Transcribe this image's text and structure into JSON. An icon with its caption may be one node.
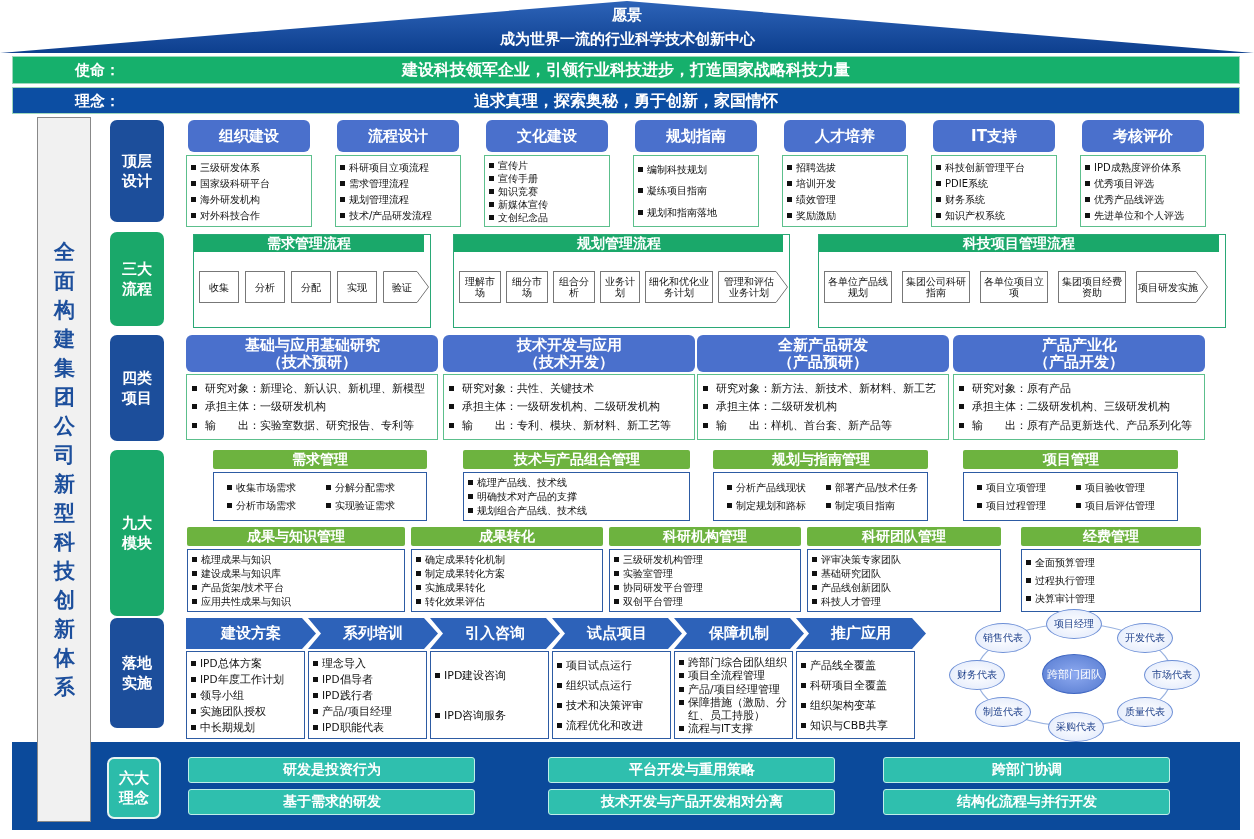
{
  "diagram": {
    "nodes": [
      {
        "text": [
          "愿景",
          "成为世界一流的行业科学技术创新中心"
        ]
      },
      {
        "text": [
          "使命：",
          "建设科技领军企业，引领行业科技进步，打造国家战略科技力量"
        ]
      },
      {
        "text": [
          "理念：",
          "追求真理，探索奥秘，勇于创新，家国情怀"
        ]
      },
      {
        "text": [
          "全面构建集团公司新型科技创新体系"
        ]
      },
      {
        "text": [
          "顶层设计"
        ]
      },
      {
        "text": [
          "组织建设"
        ]
      },
      {
        "text": [
          "流程设计"
        ]
      },
      {
        "text": [
          "文化建设"
        ]
      },
      {
        "text": [
          "规划指南"
        ]
      },
      {
        "text": [
          "人才培养"
        ]
      },
      {
        "text": [
          "IT支持"
        ]
      },
      {
        "text": [
          "考核评价"
        ]
      },
      {
        "text": [
          "三级研发体系",
          "国家级科研平台",
          "海外研发机构",
          "对外科技合作"
        ]
      },
      {
        "text": [
          "科研项目立项流程",
          "需求管理流程",
          "规划管理流程",
          "技术/产品研发流程"
        ]
      },
      {
        "text": [
          "宣传片",
          "宣传手册",
          "知识竞赛",
          "新媒体宣传",
          "文创纪念品"
        ]
      },
      {
        "text": [
          "编制科技规划",
          "凝练项目指南",
          "规划和指南落地"
        ]
      },
      {
        "text": [
          "招聘选拔",
          "培训开发",
          "绩效管理",
          "奖励激励"
        ]
      },
      {
        "text": [
          "科技创新管理平台",
          "PDIE系统",
          "财务系统",
          "知识产权系统"
        ]
      },
      {
        "text": [
          "IPD成熟度评价体系",
          "优秀项目评选",
          "优秀产品线评选",
          "先进单位和个人评选"
        ]
      },
      {
        "text": [
          "三大流程"
        ]
      },
      {
        "text": [
          "需求管理流程"
        ]
      },
      {
        "text": [
          "收集"
        ],
        "in": 20
      },
      {
        "text": [
          "分析"
        ],
        "in": 20
      },
      {
        "text": [
          "分配"
        ],
        "in": 20
      },
      {
        "text": [
          "实现"
        ],
        "in": 20
      },
      {
        "text": [
          "验证"
        ],
        "in": 20
      },
      {
        "text": [
          "规划管理流程"
        ]
      },
      {
        "text": [
          "理解市场"
        ],
        "in": 26
      },
      {
        "text": [
          "细分市场"
        ],
        "in": 26
      },
      {
        "text": [
          "组合分析"
        ],
        "in": 26
      },
      {
        "text": [
          "业务计划"
        ],
        "in": 26
      },
      {
        "text": [
          "细化和优化业务计划"
        ],
        "in": 26
      },
      {
        "text": [
          "管理和评估业务计划"
        ],
        "in": 26
      },
      {
        "text": [
          "科技项目管理流程"
        ]
      },
      {
        "text": [
          "各单位产品线规划"
        ],
        "in": 33
      },
      {
        "text": [
          "集团公司科研指南"
        ],
        "in": 33
      },
      {
        "text": [
          "各单位项目立项"
        ],
        "in": 33
      },
      {
        "text": [
          "集团项目经费资助"
        ],
        "in": 33
      },
      {
        "text": [
          "项目研发实施"
        ],
        "in": 33
      },
      {
        "text": [
          "四类项目"
        ]
      },
      {
        "text": [
          "基础与应用基础研究（技术预研）"
        ]
      },
      {
        "text": [
          "技术开发与应用（技术开发）"
        ]
      },
      {
        "text": [
          "全新产品研发（产品预研）"
        ]
      },
      {
        "text": [
          "产品产业化（产品开发）"
        ]
      },
      {
        "text": [
          "研究对象：新理论、新认识、新机理、新模型",
          "承担主体：一级研发机构",
          "输　　出：实验室数据、研究报告、专利等"
        ]
      },
      {
        "text": [
          "研究对象：共性、关键技术",
          "承担主体：一级研发机构、二级研发机构",
          "输　　出：专利、模块、新材料、新工艺等"
        ]
      },
      {
        "text": [
          "研究对象：新方法、新技术、新材料、新工艺",
          "承担主体：二级研发机构",
          "输　　出：样机、首台套、新产品等"
        ]
      },
      {
        "text": [
          "研究对象：原有产品",
          "承担主体：二级研发机构、三级研发机构",
          "输　　出：原有产品更新迭代、产品系列化等"
        ]
      },
      {
        "text": [
          "九大模块"
        ]
      },
      {
        "text": [
          "需求管理"
        ]
      },
      {
        "text": [
          "技术与产品组合管理"
        ]
      },
      {
        "text": [
          "规划与指南管理"
        ]
      },
      {
        "text": [
          "项目管理"
        ]
      },
      {
        "text": [
          "收集市场需求",
          "分解分配需求",
          "分析市场需求",
          "实现验证需求"
        ]
      },
      {
        "text": [
          "梳理产品线、技术线",
          "明确技术对产品的支撑",
          "规划组合产品线、技术线"
        ]
      },
      {
        "text": [
          "分析产品线现状",
          "部署产品/技术任务",
          "制定规划和路标",
          "制定项目指南"
        ]
      },
      {
        "text": [
          "项目立项管理",
          "项目验收管理",
          "项目过程管理",
          "项目后评估管理"
        ]
      },
      {
        "text": [
          "成果与知识管理"
        ]
      },
      {
        "text": [
          "成果转化"
        ]
      },
      {
        "text": [
          "科研机构管理"
        ]
      },
      {
        "text": [
          "科研团队管理"
        ]
      },
      {
        "text": [
          "经费管理"
        ]
      },
      {
        "text": [
          "梳理成果与知识",
          "建设成果与知识库",
          "产品货架/技术平台",
          "应用共性成果与知识"
        ]
      },
      {
        "text": [
          "确定成果转化机制",
          "制定成果转化方案",
          "实施成果转化",
          "转化效果评估"
        ]
      },
      {
        "text": [
          "三级研发机构管理",
          "实验室管理",
          "协同研发平台管理",
          "双创平台管理"
        ]
      },
      {
        "text": [
          "评审决策专家团队",
          "基础研究团队",
          "产品线创新团队",
          "科技人才管理"
        ]
      },
      {
        "text": [
          "全面预算管理",
          "过程执行管理",
          "决算审计管理"
        ]
      },
      {
        "text": [
          "落地实施"
        ]
      },
      {
        "text": [
          "建设方案"
        ]
      },
      {
        "text": [
          "系列培训"
        ]
      },
      {
        "text": [
          "引入咨询"
        ]
      },
      {
        "text": [
          "试点项目"
        ]
      },
      {
        "text": [
          "保障机制"
        ]
      },
      {
        "text": [
          "推广应用"
        ]
      },
      {
        "text": [
          "IPD总体方案",
          "IPD年度工作计划",
          "领导小组",
          "实施团队授权",
          "中长期规划"
        ]
      },
      {
        "text": [
          "理念导入",
          "IPD倡导者",
          "IPD践行者",
          "产品/项目经理",
          "IPD职能代表"
        ]
      },
      {
        "text": [
          "IPD建设咨询",
          "IPD咨询服务"
        ]
      },
      {
        "text": [
          "项目试点运行",
          "组织试点运行",
          "技术和决策评审",
          "流程优化和改进"
        ]
      },
      {
        "text": [
          "跨部门综合团队组织",
          "项目全流程管理",
          "产品/项目经理管理",
          "保障措施（激励、分红、员工持股）",
          "流程与IT支撑"
        ]
      },
      {
        "text": [
          "产品线全覆盖",
          "科研项目全覆盖",
          "组织架构变革",
          "知识与CBB共享"
        ]
      },
      {
        "text": [
          "跨部门团队"
        ]
      },
      {
        "text": [
          "项目经理"
        ]
      },
      {
        "text": [
          "开发代表"
        ]
      },
      {
        "text": [
          "市场代表"
        ]
      },
      {
        "text": [
          "质量代表"
        ]
      },
      {
        "text": [
          "采购代表"
        ]
      },
      {
        "text": [
          "制造代表"
        ]
      },
      {
        "text": [
          "财务代表"
        ]
      },
      {
        "text": [
          "销售代表"
        ]
      },
      {
        "text": [
          "六大理念"
        ]
      },
      {
        "text": [
          "研发是投资行为"
        ]
      },
      {
        "text": [
          "平台开发与重用策略"
        ]
      },
      {
        "text": [
          "跨部门协调"
        ]
      },
      {
        "text": [
          "基于需求的研发"
        ]
      },
      {
        "text": [
          "技术开发与产品开发相对分离"
        ]
      },
      {
        "text": [
          "结构化流程与并行开发"
        ]
      }
    ]
  }
}
